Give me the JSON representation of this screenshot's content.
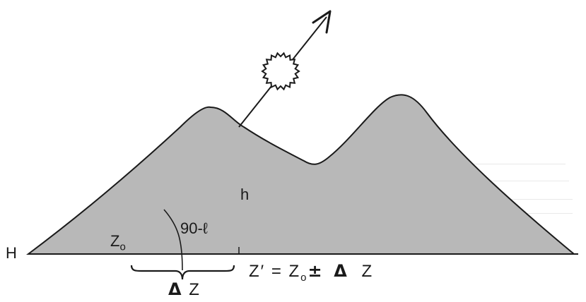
{
  "labels": {
    "horizon": "H",
    "height": "h",
    "angle": "90-ℓ",
    "z_main": "Z",
    "z_sub": "o",
    "delta_symbol": "Δ",
    "delta_letter": "Z",
    "equation_z": "Z′ = Z",
    "equation_sub": "o",
    "equation_pm": "±",
    "equation_delta": "Δ",
    "equation_end": "Z"
  },
  "colors": {
    "mountain_fill": "#b8b8b8",
    "line": "#1a1a1a",
    "background": "#ffffff"
  },
  "icons": {
    "sun": "sun-icon",
    "arrow": "arrow-head-icon"
  }
}
